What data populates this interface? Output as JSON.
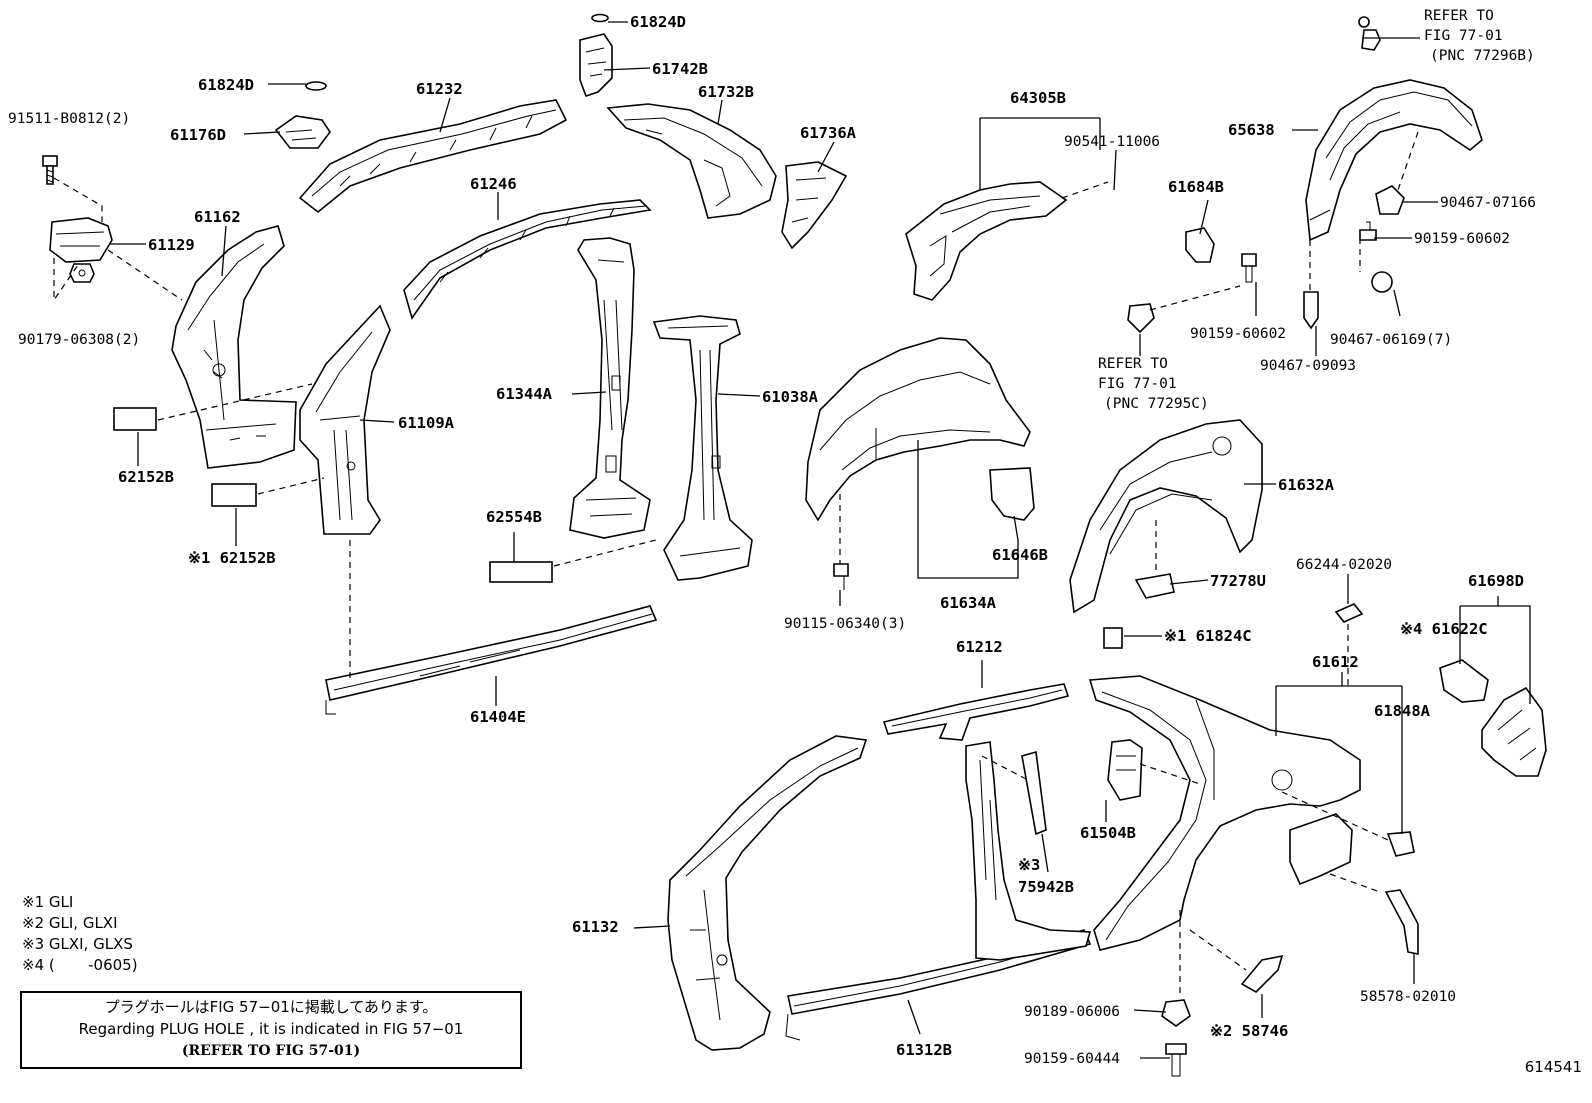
{
  "figure_number": "614541",
  "labels": {
    "p61824D_top": "61824D",
    "p61742B": "61742B",
    "p61824D_left": "61824D",
    "p61232": "61232",
    "p61732B": "61732B",
    "p91511": "91511-B0812(2)",
    "p61176D": "61176D",
    "p61736A": "61736A",
    "p64305B": "64305B",
    "p90541": "90541-11006",
    "p61246": "61246",
    "p61162": "61162",
    "p61129": "61129",
    "p90179": "90179-06308(2)",
    "p61344A": "61344A",
    "p61038A": "61038A",
    "p61109A": "61109A",
    "p62152B": "62152B",
    "p62152B_n1": "※1 62152B",
    "p62554B": "62554B",
    "p61404E": "61404E",
    "p65638": "65638",
    "p61684B": "61684B",
    "p90467_07166": "90467-07166",
    "p90159_60602_r": "90159-60602",
    "p90159_60602_l": "90159-60602",
    "p90467_06169": "90467-06169(7)",
    "p90467_09093": "90467-09093",
    "p61632A": "61632A",
    "p61646B": "61646B",
    "p61634A": "61634A",
    "p77278U": "77278U",
    "p90115": "90115-06340(3)",
    "p66244": "66244-02020",
    "p61824C": "※1 61824C",
    "p61698D": "61698D",
    "p61622C": "※4 61622C",
    "p61212": "61212",
    "p61612": "61612",
    "p61848A": "61848A",
    "p61504B": "61504B",
    "p75942B": "75942B",
    "p75942B_note": "※3",
    "p61132": "61132",
    "p61312B": "61312B",
    "p90189": "90189-06006",
    "p58746": "※2 58746",
    "p58578": "58578-02010",
    "p90159_60444": "90159-60444"
  },
  "refers": {
    "top_right": [
      "REFER TO",
      "FIG 77-01",
      "(PNC 77296B)"
    ],
    "middle": [
      "REFER TO",
      "FIG 77-01",
      "(PNC 77295C)"
    ]
  },
  "notes": [
    "※1 GLI",
    "※2 GLI, GLXI",
    "※3 GLXI, GLXS",
    "※4 (       -0605)"
  ],
  "plug_note": {
    "line1": "プラグホールはFIG 57−01に掲載してあります。",
    "line2": "Regarding  PLUG  HOLE , it is indicated in FIG  57−01",
    "line3": "(REFER TO FIG 57-01)"
  }
}
